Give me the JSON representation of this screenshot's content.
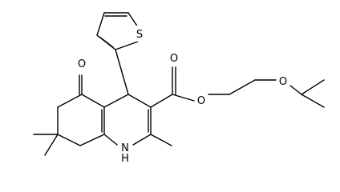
{
  "molecule": {
    "atoms": {
      "O1": "O",
      "S1": "S",
      "O2": "O",
      "O3": "O",
      "N1": "N",
      "H1": "H"
    }
  }
}
